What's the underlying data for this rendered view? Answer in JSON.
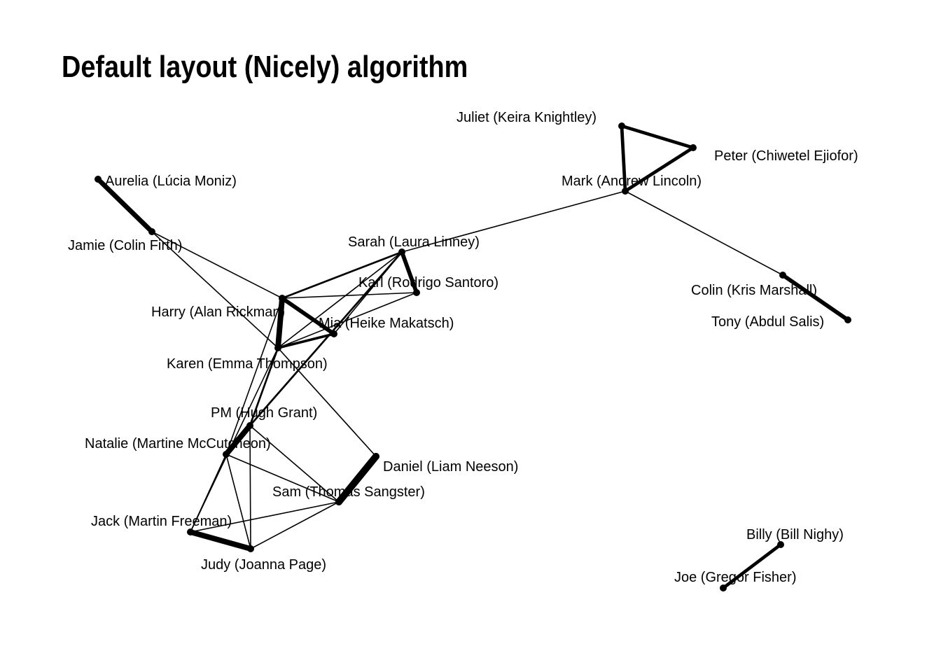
{
  "title": "Default layout (Nicely) algorithm",
  "colors": {
    "background": "#ffffff",
    "edge": "#000000",
    "node": "#000000",
    "text": "#000000"
  },
  "nodes": [
    {
      "id": "juliet",
      "label": "Juliet (Keira Knightley)"
    },
    {
      "id": "peter",
      "label": "Peter (Chiwetel Ejiofor)"
    },
    {
      "id": "mark",
      "label": "Mark (Andrew Lincoln)"
    },
    {
      "id": "aurelia",
      "label": "Aurelia (Lúcia Moniz)"
    },
    {
      "id": "jamie",
      "label": "Jamie (Colin Firth)"
    },
    {
      "id": "sarah",
      "label": "Sarah (Laura Linney)"
    },
    {
      "id": "karl",
      "label": "Karl (Rodrigo Santoro)"
    },
    {
      "id": "harry",
      "label": "Harry (Alan Rickman)"
    },
    {
      "id": "mia",
      "label": "Mia (Heike Makatsch)"
    },
    {
      "id": "karen",
      "label": "Karen (Emma Thompson)"
    },
    {
      "id": "colin",
      "label": "Colin (Kris Marshall)"
    },
    {
      "id": "tony",
      "label": "Tony (Abdul Salis)"
    },
    {
      "id": "pm",
      "label": "PM (Hugh Grant)"
    },
    {
      "id": "natalie",
      "label": "Natalie (Martine McCutcheon)"
    },
    {
      "id": "daniel",
      "label": "Daniel (Liam Neeson)"
    },
    {
      "id": "sam",
      "label": "Sam (Thomas Sangster)"
    },
    {
      "id": "jack",
      "label": "Jack (Martin Freeman)"
    },
    {
      "id": "judy",
      "label": "Judy (Joanna Page)"
    },
    {
      "id": "billy",
      "label": "Billy (Bill Nighy)"
    },
    {
      "id": "joe",
      "label": "Joe (Gregor Fisher)"
    }
  ],
  "edges": [
    {
      "source": "juliet",
      "target": "peter",
      "weight": 4
    },
    {
      "source": "juliet",
      "target": "mark",
      "weight": 4
    },
    {
      "source": "peter",
      "target": "mark",
      "weight": 4
    },
    {
      "source": "mark",
      "target": "sarah",
      "weight": 1
    },
    {
      "source": "mark",
      "target": "colin",
      "weight": 1
    },
    {
      "source": "colin",
      "target": "tony",
      "weight": 5
    },
    {
      "source": "aurelia",
      "target": "jamie",
      "weight": 6
    },
    {
      "source": "jamie",
      "target": "harry",
      "weight": 1
    },
    {
      "source": "jamie",
      "target": "karen",
      "weight": 1
    },
    {
      "source": "sarah",
      "target": "karl",
      "weight": 5
    },
    {
      "source": "sarah",
      "target": "harry",
      "weight": 2
    },
    {
      "source": "sarah",
      "target": "mia",
      "weight": 1
    },
    {
      "source": "sarah",
      "target": "karen",
      "weight": 1
    },
    {
      "source": "sarah",
      "target": "pm",
      "weight": 2
    },
    {
      "source": "karl",
      "target": "harry",
      "weight": 1
    },
    {
      "source": "karl",
      "target": "karen",
      "weight": 1
    },
    {
      "source": "harry",
      "target": "mia",
      "weight": 5
    },
    {
      "source": "harry",
      "target": "karen",
      "weight": 7
    },
    {
      "source": "harry",
      "target": "natalie",
      "weight": 1
    },
    {
      "source": "mia",
      "target": "karen",
      "weight": 3
    },
    {
      "source": "karen",
      "target": "daniel",
      "weight": 1
    },
    {
      "source": "karen",
      "target": "pm",
      "weight": 2
    },
    {
      "source": "karen",
      "target": "jack",
      "weight": 1
    },
    {
      "source": "pm",
      "target": "natalie",
      "weight": 7
    },
    {
      "source": "pm",
      "target": "judy",
      "weight": 1
    },
    {
      "source": "pm",
      "target": "sam",
      "weight": 1
    },
    {
      "source": "natalie",
      "target": "jack",
      "weight": 1
    },
    {
      "source": "natalie",
      "target": "judy",
      "weight": 1
    },
    {
      "source": "natalie",
      "target": "sam",
      "weight": 1
    },
    {
      "source": "daniel",
      "target": "sam",
      "weight": 9
    },
    {
      "source": "sam",
      "target": "jack",
      "weight": 1
    },
    {
      "source": "sam",
      "target": "judy",
      "weight": 1
    },
    {
      "source": "jack",
      "target": "judy",
      "weight": 7
    },
    {
      "source": "billy",
      "target": "joe",
      "weight": 4
    }
  ]
}
